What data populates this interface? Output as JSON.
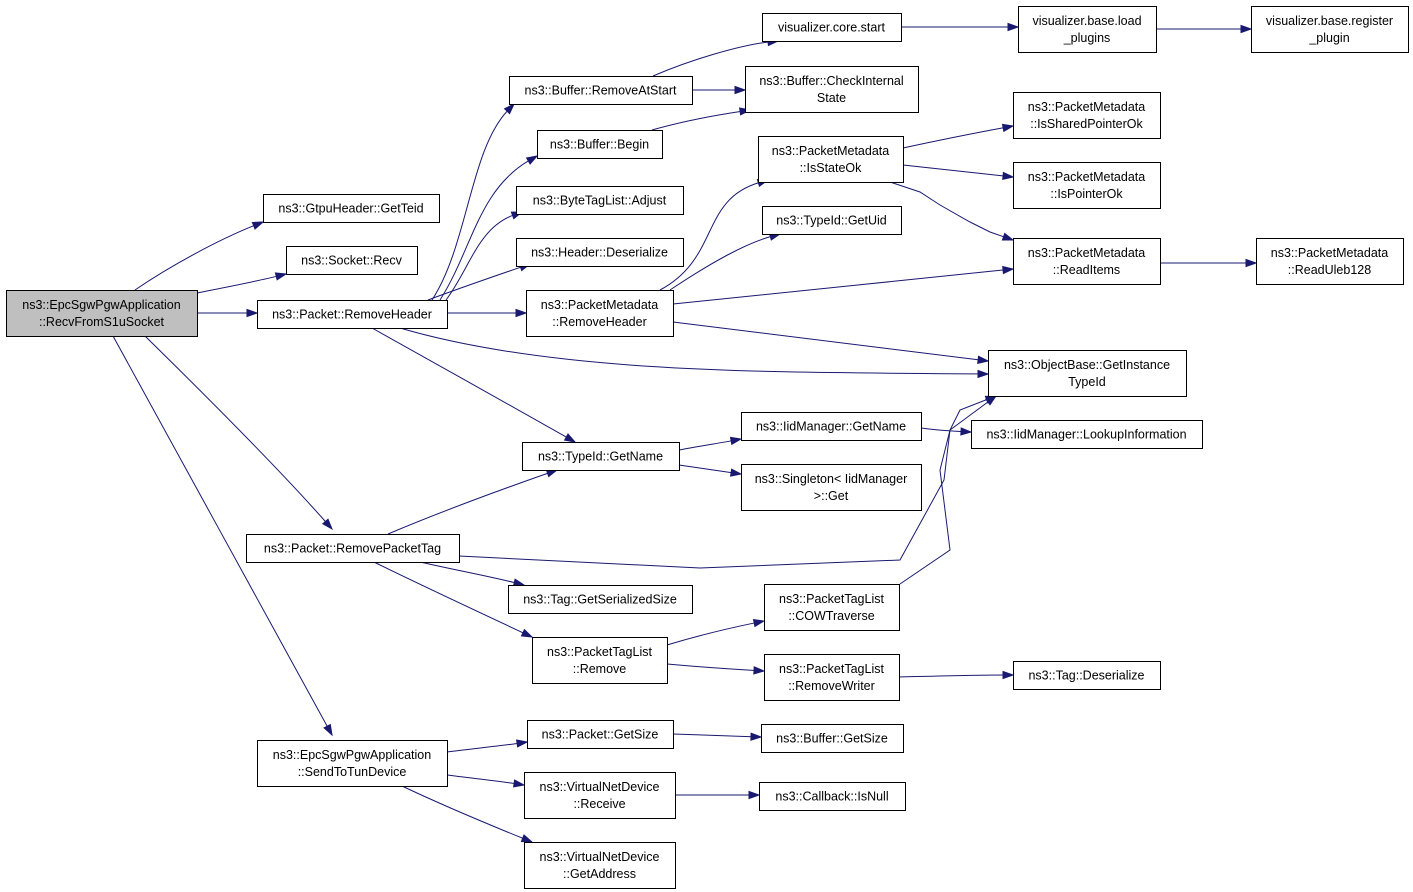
{
  "colors": {
    "edge": "#191970",
    "root_fill": "#bfbfbf",
    "node_fill": "#ffffff",
    "node_border": "#000000"
  },
  "nodes": [
    {
      "id": "n0",
      "lines": [
        "ns3::EpcSgwPgwApplication",
        "::RecvFromS1uSocket"
      ],
      "root": true
    },
    {
      "id": "n1",
      "lines": [
        "ns3::GtpuHeader::GetTeid"
      ]
    },
    {
      "id": "n2",
      "lines": [
        "ns3::Socket::Recv"
      ]
    },
    {
      "id": "n3",
      "lines": [
        "ns3::Packet::RemoveHeader"
      ]
    },
    {
      "id": "n4",
      "lines": [
        "ns3::Packet::RemovePacketTag"
      ]
    },
    {
      "id": "n5",
      "lines": [
        "ns3::EpcSgwPgwApplication",
        "::SendToTunDevice"
      ]
    },
    {
      "id": "n6",
      "lines": [
        "ns3::Buffer::RemoveAtStart"
      ]
    },
    {
      "id": "n7",
      "lines": [
        "ns3::Buffer::Begin"
      ]
    },
    {
      "id": "n8",
      "lines": [
        "ns3::ByteTagList::Adjust"
      ]
    },
    {
      "id": "n9",
      "lines": [
        "ns3::Header::Deserialize"
      ]
    },
    {
      "id": "n10",
      "lines": [
        "ns3::PacketMetadata",
        "::RemoveHeader"
      ]
    },
    {
      "id": "n11",
      "lines": [
        "ns3::TypeId::GetName"
      ]
    },
    {
      "id": "n12",
      "lines": [
        "ns3::Tag::GetSerializedSize"
      ]
    },
    {
      "id": "n13",
      "lines": [
        "ns3::PacketTagList",
        "::Remove"
      ]
    },
    {
      "id": "n14",
      "lines": [
        "ns3::Packet::GetSize"
      ]
    },
    {
      "id": "n15",
      "lines": [
        "ns3::VirtualNetDevice",
        "::Receive"
      ]
    },
    {
      "id": "n16",
      "lines": [
        "ns3::VirtualNetDevice",
        "::GetAddress"
      ]
    },
    {
      "id": "n17",
      "lines": [
        "visualizer.core.start"
      ]
    },
    {
      "id": "n18",
      "lines": [
        "ns3::Buffer::CheckInternal",
        "State"
      ]
    },
    {
      "id": "n19",
      "lines": [
        "ns3::PacketMetadata",
        "::IsStateOk"
      ]
    },
    {
      "id": "n20",
      "lines": [
        "ns3::TypeId::GetUid"
      ]
    },
    {
      "id": "n21",
      "lines": [
        "ns3::IidManager::GetName"
      ]
    },
    {
      "id": "n22",
      "lines": [
        "ns3::Singleton< IidManager",
        ">::Get"
      ]
    },
    {
      "id": "n23",
      "lines": [
        "ns3::PacketTagList",
        "::COWTraverse"
      ]
    },
    {
      "id": "n24",
      "lines": [
        "ns3::PacketTagList",
        "::RemoveWriter"
      ]
    },
    {
      "id": "n25",
      "lines": [
        "ns3::Buffer::GetSize"
      ]
    },
    {
      "id": "n26",
      "lines": [
        "ns3::Callback::IsNull"
      ]
    },
    {
      "id": "n27",
      "lines": [
        "visualizer.base.load",
        "_plugins"
      ]
    },
    {
      "id": "n28",
      "lines": [
        "ns3::PacketMetadata",
        "::IsSharedPointerOk"
      ]
    },
    {
      "id": "n29",
      "lines": [
        "ns3::PacketMetadata",
        "::IsPointerOk"
      ]
    },
    {
      "id": "n30",
      "lines": [
        "ns3::PacketMetadata",
        "::ReadItems"
      ]
    },
    {
      "id": "n31",
      "lines": [
        "ns3::ObjectBase::GetInstance",
        "TypeId"
      ]
    },
    {
      "id": "n32",
      "lines": [
        "ns3::IidManager::LookupInformation"
      ]
    },
    {
      "id": "n33",
      "lines": [
        "ns3::Tag::Deserialize"
      ]
    },
    {
      "id": "n34",
      "lines": [
        "visualizer.base.register",
        "_plugin"
      ]
    },
    {
      "id": "n35",
      "lines": [
        "ns3::PacketMetadata",
        "::ReadUleb128"
      ]
    }
  ],
  "edges": [
    [
      "n0",
      "n1"
    ],
    [
      "n0",
      "n2"
    ],
    [
      "n0",
      "n3"
    ],
    [
      "n0",
      "n4"
    ],
    [
      "n0",
      "n5"
    ],
    [
      "n3",
      "n6"
    ],
    [
      "n3",
      "n7"
    ],
    [
      "n3",
      "n8"
    ],
    [
      "n3",
      "n9"
    ],
    [
      "n3",
      "n10"
    ],
    [
      "n3",
      "n11"
    ],
    [
      "n3",
      "n31"
    ],
    [
      "n4",
      "n11"
    ],
    [
      "n4",
      "n12"
    ],
    [
      "n4",
      "n13"
    ],
    [
      "n4",
      "n31"
    ],
    [
      "n5",
      "n14"
    ],
    [
      "n5",
      "n15"
    ],
    [
      "n5",
      "n16"
    ],
    [
      "n6",
      "n17"
    ],
    [
      "n6",
      "n18"
    ],
    [
      "n7",
      "n18"
    ],
    [
      "n10",
      "n19"
    ],
    [
      "n10",
      "n20"
    ],
    [
      "n10",
      "n30"
    ],
    [
      "n10",
      "n31"
    ],
    [
      "n11",
      "n21"
    ],
    [
      "n11",
      "n22"
    ],
    [
      "n13",
      "n23"
    ],
    [
      "n13",
      "n24"
    ],
    [
      "n14",
      "n25"
    ],
    [
      "n15",
      "n26"
    ],
    [
      "n17",
      "n27"
    ],
    [
      "n27",
      "n34"
    ],
    [
      "n19",
      "n28"
    ],
    [
      "n19",
      "n29"
    ],
    [
      "n19",
      "n30"
    ],
    [
      "n30",
      "n35"
    ],
    [
      "n21",
      "n32"
    ],
    [
      "n23",
      "n31"
    ],
    [
      "n24",
      "n33"
    ]
  ]
}
